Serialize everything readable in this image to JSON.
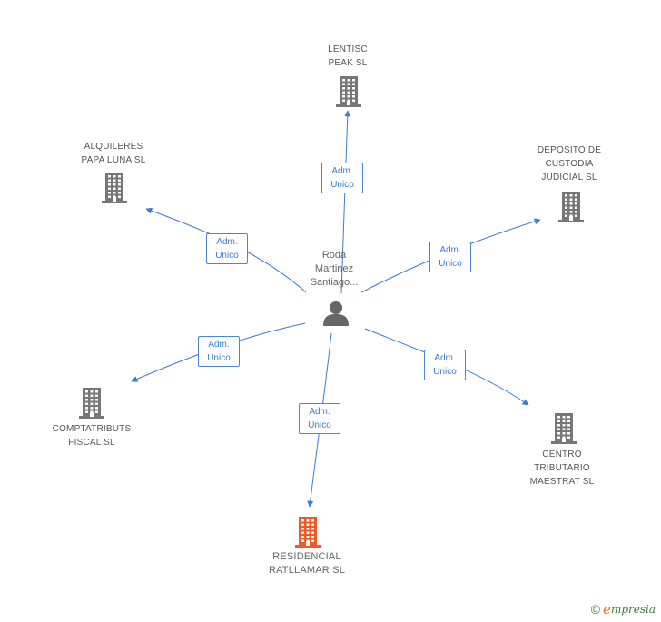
{
  "center": {
    "name": "Roda\nMartinez\nSantiago...",
    "icon": "person-icon"
  },
  "nodes": [
    {
      "id": "lentisc",
      "name": "LENTISC\nPEAK SL",
      "icon": "building-icon",
      "color": "#777777"
    },
    {
      "id": "alquileres",
      "name": "ALQUILERES\nPAPA LUNA SL",
      "icon": "building-icon",
      "color": "#777777"
    },
    {
      "id": "deposito",
      "name": "DEPOSITO DE\nCUSTODIA\nJUDICIAL SL",
      "icon": "building-icon",
      "color": "#777777"
    },
    {
      "id": "comptatributs",
      "name": "COMPTATRIBUTS\nFISCAL SL",
      "icon": "building-icon",
      "color": "#777777"
    },
    {
      "id": "centro",
      "name": "CENTRO\nTRIBUTARIO\nMAESTRAT SL",
      "icon": "building-icon",
      "color": "#777777"
    },
    {
      "id": "residencial",
      "name": "RESIDENCIAL\nRATLLAMAR SL",
      "icon": "building-icon",
      "color": "#f05a28"
    }
  ],
  "edges": [
    {
      "to": "lentisc",
      "label": "Adm.\nUnico"
    },
    {
      "to": "alquileres",
      "label": "Adm.\nUnico"
    },
    {
      "to": "deposito",
      "label": "Adm.\nUnico"
    },
    {
      "to": "comptatributs",
      "label": "Adm.\nUnico"
    },
    {
      "to": "centro",
      "label": "Adm.\nUnico"
    },
    {
      "to": "residencial",
      "label": "Adm.\nUnico"
    }
  ],
  "colors": {
    "edge": "#3a7bd5",
    "building": "#777777",
    "highlight": "#f05a28",
    "person": "#666666"
  },
  "brand": {
    "copyright": "©",
    "initial": "e",
    "name": "mpresia"
  }
}
